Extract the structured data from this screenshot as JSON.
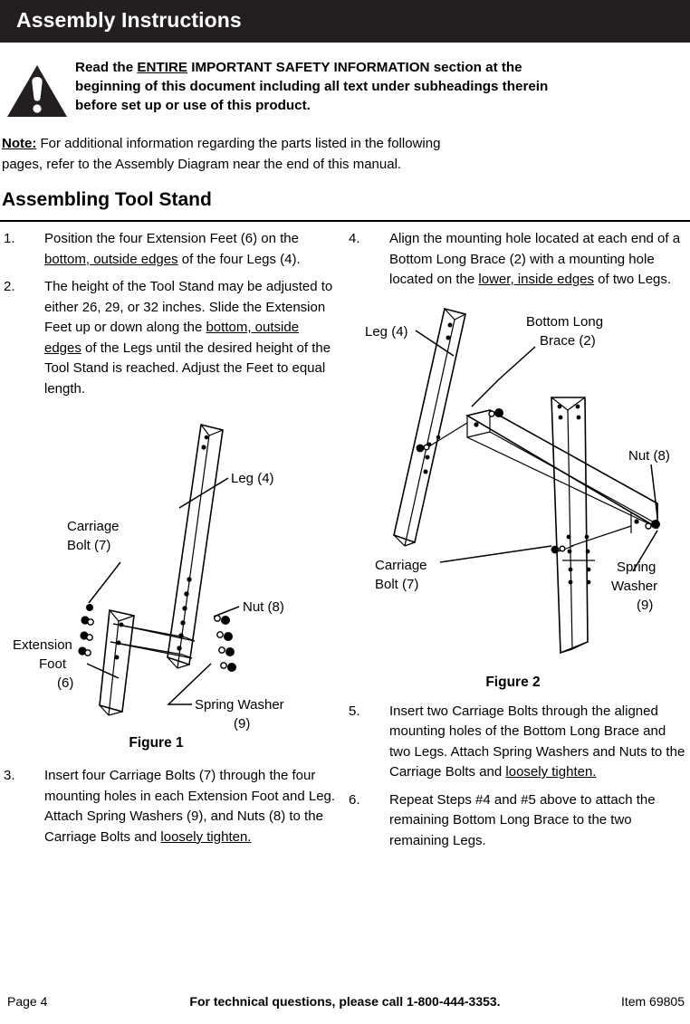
{
  "header": {
    "title": "Assembly Instructions"
  },
  "warning": {
    "icon": "warning-triangle-icon",
    "line1_pre": "Read the ",
    "line1_underline": "ENTIRE",
    "line1_post": " IMPORTANT SAFETY INFORMATION section at the",
    "line2": "beginning of this document including all text under subheadings therein",
    "line3": "before set up or use of this product."
  },
  "note": {
    "label": "Note:",
    "body_line1": " For additional information regarding the parts listed in the following",
    "body_line2": "pages, refer to the Assembly Diagram near the end of this manual."
  },
  "section": {
    "heading": "Assembling Tool Stand"
  },
  "steps_left": [
    {
      "num": "1.",
      "parts": [
        {
          "t": "Position the four Extension Feet (6) on the ",
          "u": false
        },
        {
          "t": "bottom, outside edges",
          "u": true
        },
        {
          "t": " of the four Legs (4).",
          "u": false
        }
      ]
    },
    {
      "num": "2.",
      "parts": [
        {
          "t": "The height of the Tool Stand may be adjusted to either 26, 29, or 32 inches.  Slide the Extension Feet up or down along the ",
          "u": false
        },
        {
          "t": "bottom, outside edges",
          "u": true
        },
        {
          "t": " of the Legs until the desired height of the Tool Stand is reached. Adjust the Feet to equal length.",
          "u": false
        }
      ]
    }
  ],
  "steps_left_lower": [
    {
      "num": "3.",
      "parts": [
        {
          "t": "Insert four Carriage Bolts (7) through the four mounting holes in each Extension Foot and Leg.  Attach Spring Washers (9), and Nuts (8) to the Carriage Bolts and ",
          "u": false
        },
        {
          "t": "loosely tighten.",
          "u": true
        }
      ]
    }
  ],
  "steps_right": [
    {
      "num": "4.",
      "parts": [
        {
          "t": "Align the mounting hole located at each end of a Bottom Long Brace (2) with a mounting hole located on the ",
          "u": false
        },
        {
          "t": "lower, inside edges",
          "u": true
        },
        {
          "t": " of two Legs.",
          "u": false
        }
      ]
    }
  ],
  "steps_right_lower": [
    {
      "num": "5.",
      "parts": [
        {
          "t": "Insert two Carriage Bolts through the aligned mounting holes of the Bottom Long Brace and two Legs.  Attach Spring Washers and Nuts to the Carriage Bolts and ",
          "u": false
        },
        {
          "t": "loosely tighten.",
          "u": true
        }
      ]
    },
    {
      "num": "6.",
      "parts": [
        {
          "t": "Repeat Steps #4 and #5 above to attach the remaining Bottom Long Brace to the two remaining Legs.",
          "u": false
        }
      ]
    }
  ],
  "figure1": {
    "caption": "Figure 1",
    "labels": {
      "leg": "Leg (4)",
      "carriage_bolt_l1": "Carriage",
      "carriage_bolt_l2": "Bolt (7)",
      "nut": "Nut (8)",
      "extension_foot_l1": "Extension",
      "extension_foot_l2": "Foot",
      "extension_foot_l3": "(6)",
      "spring_washer_l1": "Spring Washer",
      "spring_washer_l2": "(9)"
    }
  },
  "figure2": {
    "caption": "Figure 2",
    "labels": {
      "leg": "Leg (4)",
      "bottom_long_brace_l1": "Bottom Long",
      "bottom_long_brace_l2": "Brace (2)",
      "nut": "Nut (8)",
      "carriage_bolt_l1": "Carriage",
      "carriage_bolt_l2": "Bolt (7)",
      "spring_washer_l1": "Spring",
      "spring_washer_l2": "Washer",
      "spring_washer_l3": "(9)"
    }
  },
  "footer": {
    "page": "Page 4",
    "center": "For technical questions, please call 1-800-444-3353.",
    "item": "Item 69805"
  },
  "colors": {
    "header_bg": "#231f20",
    "text": "#000000",
    "page_bg": "#ffffff"
  }
}
